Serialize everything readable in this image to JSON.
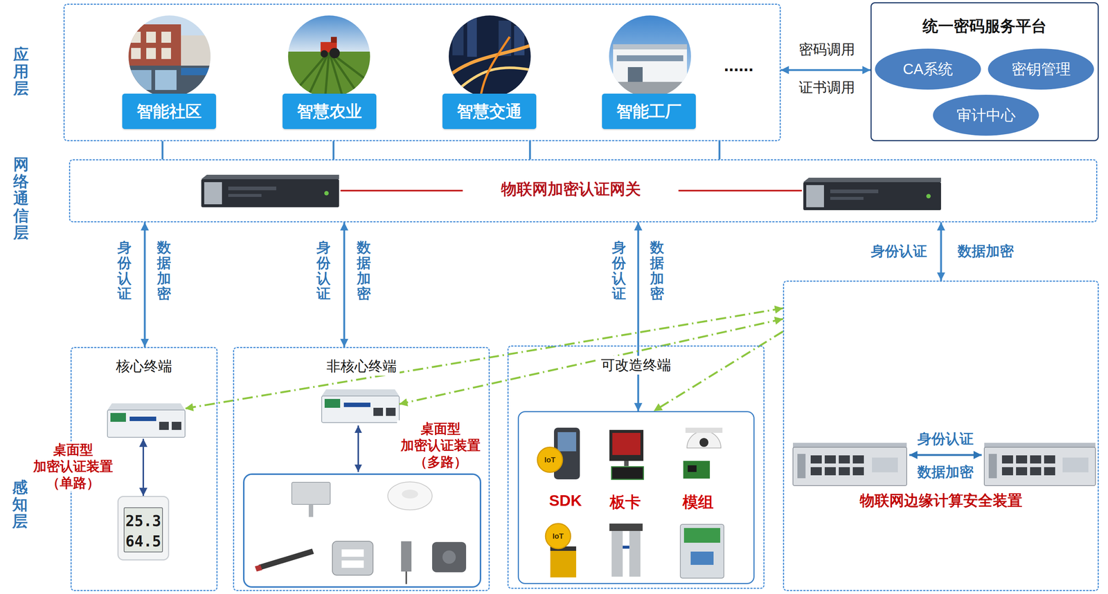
{
  "diagram": {
    "nodes": [
      {
        "text": [
          "应用层"
        ]
      },
      {
        "text": [
          "智能社区"
        ],
        "in": 0
      },
      {
        "text": [
          "智慧农业"
        ],
        "in": 0
      },
      {
        "text": [
          "智慧交通"
        ],
        "in": 0
      },
      {
        "text": [
          "智能工厂"
        ],
        "in": 0
      },
      {
        "text": [
          "统一密码服务平台"
        ]
      },
      {
        "text": [
          "CA系统"
        ],
        "in": 5
      },
      {
        "text": [
          "密钥管理"
        ],
        "in": 5
      },
      {
        "text": [
          "审计中心"
        ],
        "in": 5
      },
      {
        "text": [
          "网络通信层"
        ]
      },
      {
        "text": [
          "核心终端"
        ]
      },
      {
        "text": [
          "桌面型 加密认证装置 （单路）"
        ],
        "in": 10
      },
      {
        "text": [
          "25.3",
          "64.5"
        ],
        "in": 10
      },
      {
        "text": [
          "非核心终端"
        ]
      },
      {
        "text": [
          "桌面型 加密认证装置 （多路）"
        ],
        "in": 13
      },
      {
        "text": [
          "可改造终端"
        ]
      },
      {
        "text": [
          "SDK",
          "板卡",
          "模组"
        ],
        "in": 15
      },
      {
        "text": [
          "物联网边缘计算安全装置"
        ]
      }
    ],
    "edges": [
      {
        "from": 0,
        "to": 5,
        "arrow": "both",
        "label": "密码调用"
      },
      {
        "from": 0,
        "to": 9,
        "arrow": "none"
      },
      {
        "from": 0,
        "to": 9,
        "arrow": "none"
      },
      {
        "from": 0,
        "to": 9,
        "arrow": "none"
      },
      {
        "from": 0,
        "to": 9,
        "arrow": "none"
      },
      {
        "from": 9,
        "to": 10,
        "arrow": "both",
        "label": "身份认证"
      },
      {
        "from": 9,
        "to": 13,
        "arrow": "both",
        "label": "身份认证"
      },
      {
        "from": 9,
        "to": 16,
        "arrow": "both",
        "label": "身份认证"
      },
      {
        "from": 9,
        "to": 17,
        "arrow": "both",
        "label": "身份认证"
      },
      {
        "from": 17,
        "to": 11,
        "arrow": "both"
      },
      {
        "from": 17,
        "to": 14,
        "arrow": "both"
      },
      {
        "from": 17,
        "to": 16,
        "arrow": "to"
      },
      {
        "from": 11,
        "to": 12,
        "arrow": "both"
      }
    ],
    "labels": [
      "证书调用",
      "物联网加密认证网关",
      "......",
      "数据加密",
      "数据加密",
      "数据加密",
      "数据加密",
      "身份认证",
      "数据加密",
      "感知层",
      "IoT",
      "IoT"
    ]
  }
}
